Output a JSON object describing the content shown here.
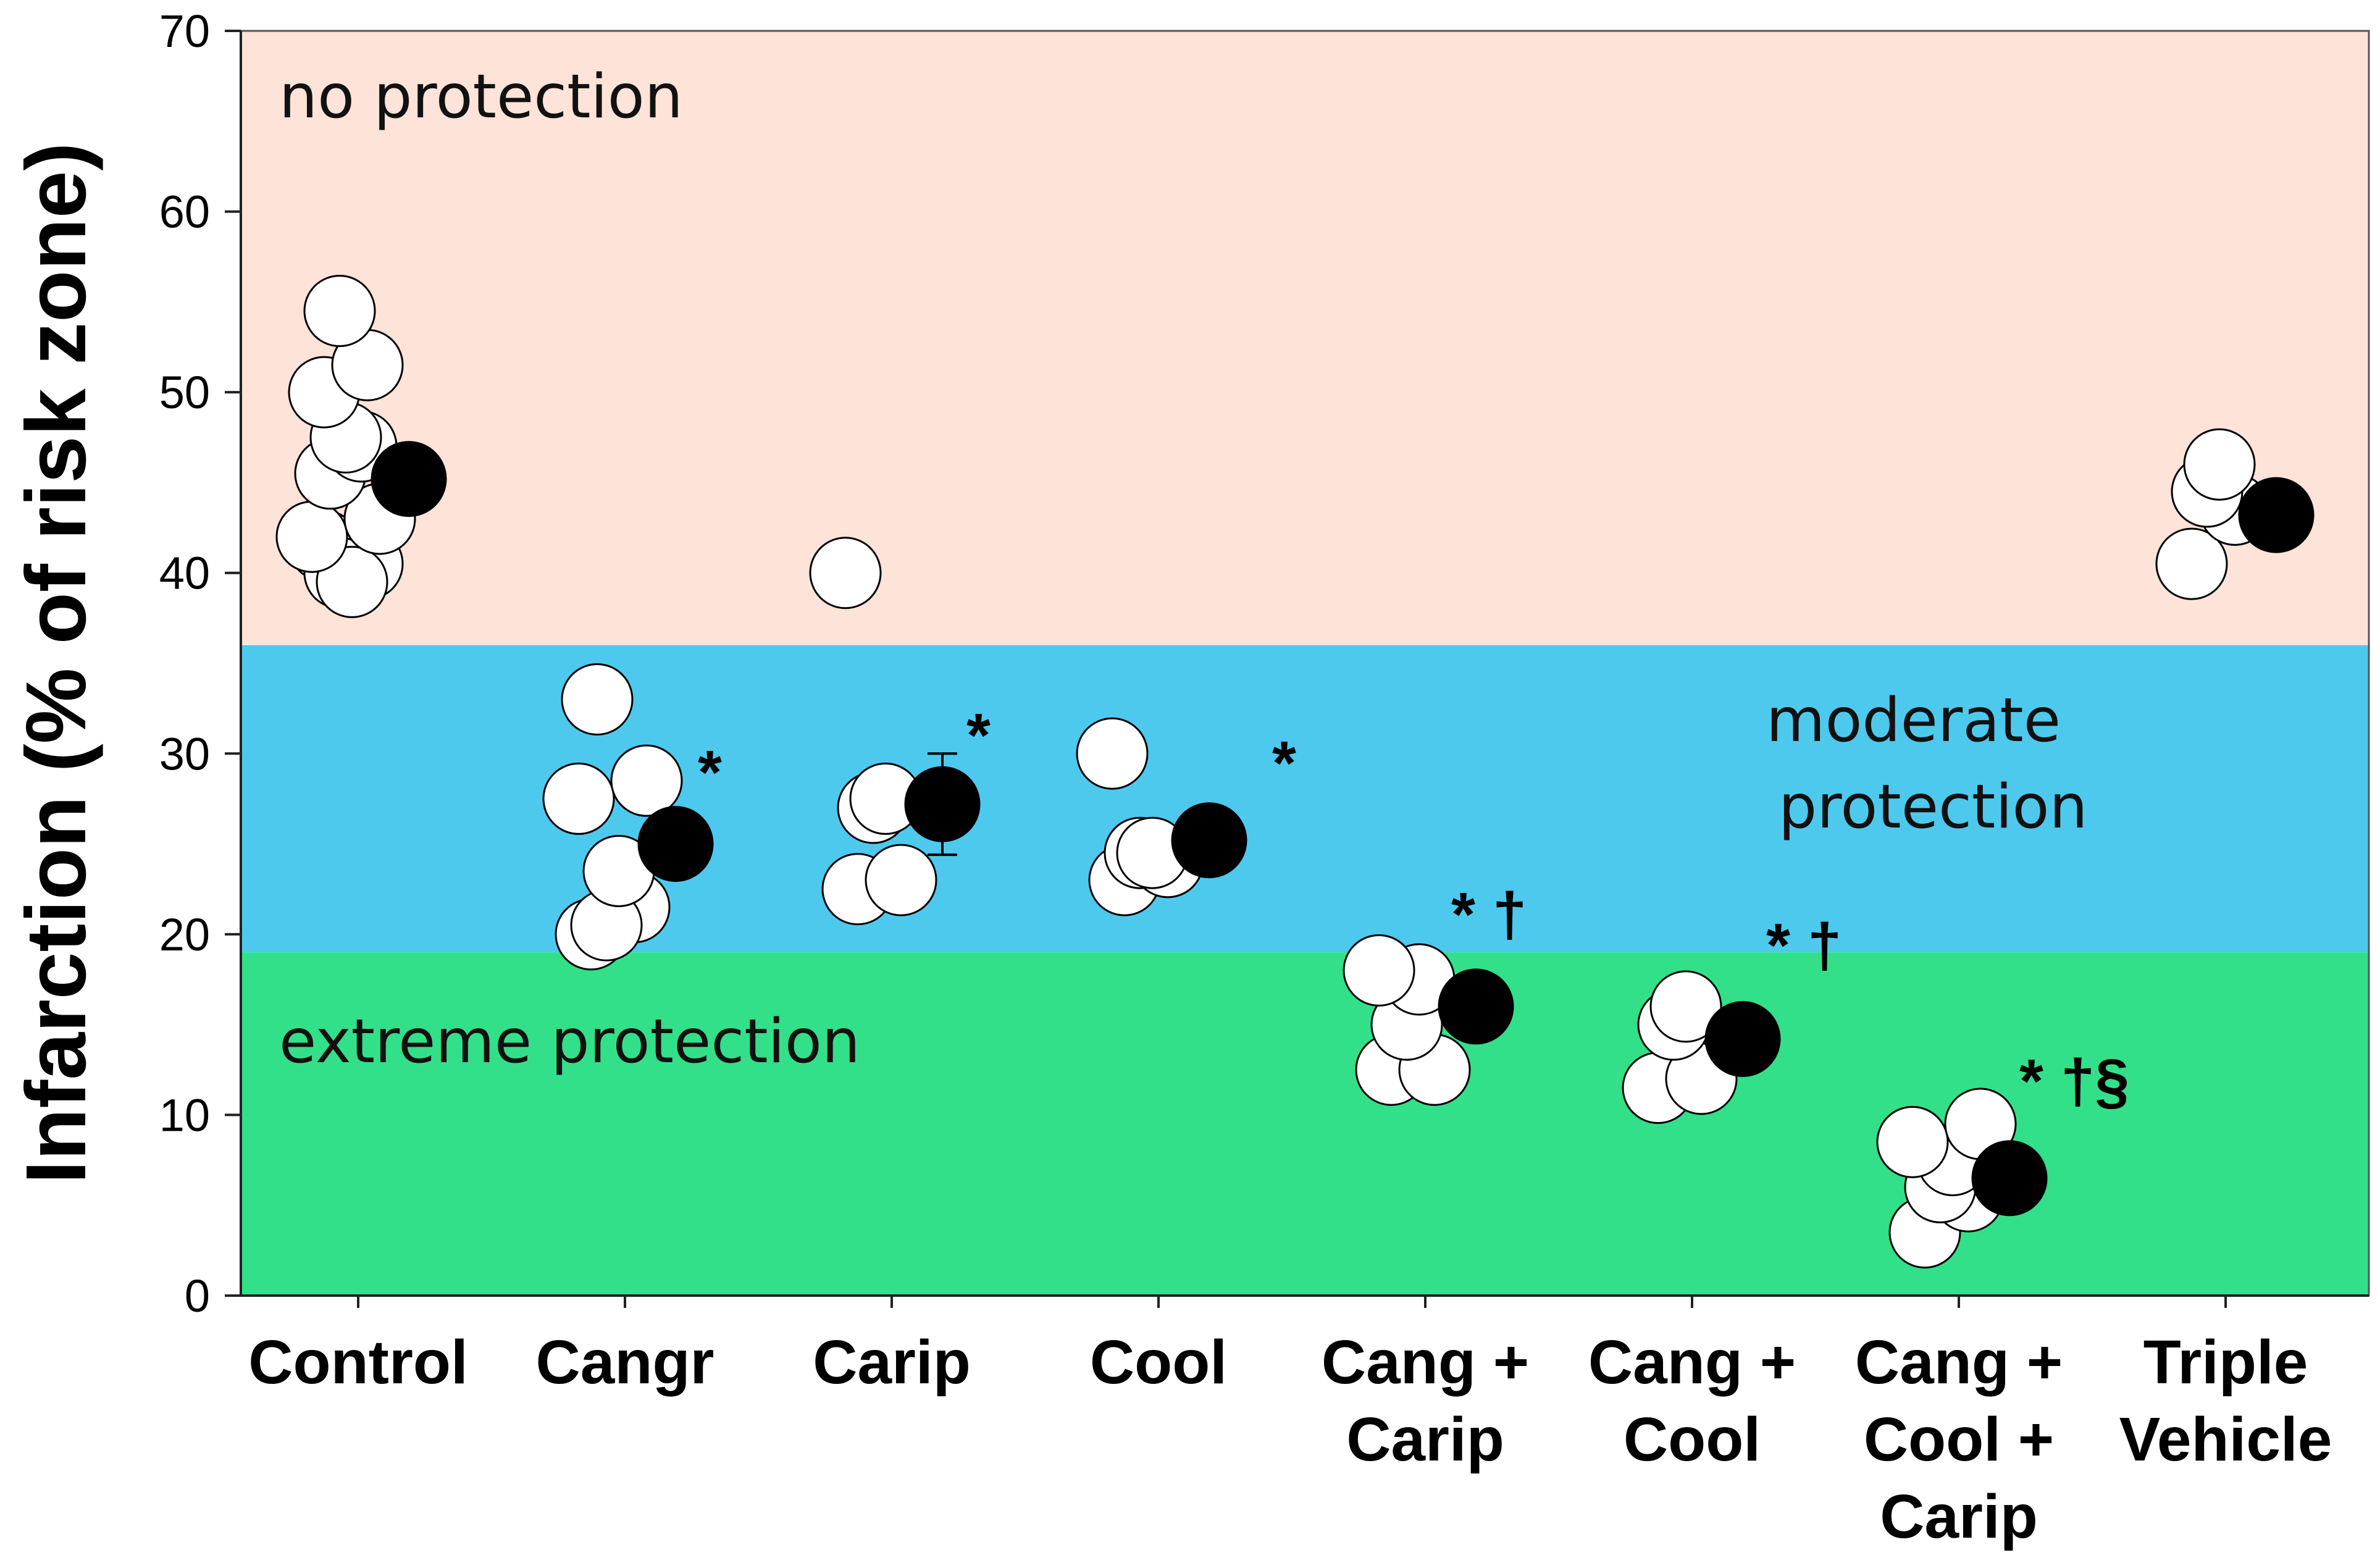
{
  "chart_data": {
    "type": "scatter",
    "ylabel": "Infarction (% of risk zone)",
    "ylim": [
      0,
      70
    ],
    "yticks": [
      0,
      10,
      20,
      30,
      40,
      50,
      60,
      70
    ],
    "grid": false,
    "categories": [
      [
        "Control"
      ],
      [
        "Cangr"
      ],
      [
        "Carip"
      ],
      [
        "Cool"
      ],
      [
        "Cang +",
        "Carip"
      ],
      [
        "Cang +",
        "Cool"
      ],
      [
        "Cang +",
        "Cool +",
        "Carip"
      ],
      [
        "Triple",
        "Vehicle"
      ]
    ],
    "zones": [
      {
        "label": [
          "no protection"
        ],
        "from": 36,
        "to": 70,
        "color": "#fde3d8"
      },
      {
        "label": [
          "moderate",
          "protection"
        ],
        "from": 19,
        "to": 36,
        "color": "#4ec9ee"
      },
      {
        "label": [
          "extreme protection"
        ],
        "from": 0,
        "to": 19,
        "color": "#32e08a"
      }
    ],
    "series": [
      {
        "kind": "individual",
        "color": "#ffffff",
        "groups": [
          [
            41.5,
            40.5,
            40,
            39.5,
            42,
            43,
            45.5,
            47,
            47.5,
            50,
            51.5,
            54.5
          ],
          [
            20,
            21.5,
            20.5,
            23.5,
            27.5,
            28.5,
            33
          ],
          [
            22.5,
            23,
            27,
            27.5,
            40
          ],
          [
            23,
            24,
            24.5,
            24.5,
            30
          ],
          [
            12.5,
            12.5,
            15,
            17.5,
            18
          ],
          [
            11.5,
            12,
            15,
            16
          ],
          [
            3.5,
            5.5,
            6,
            7.5,
            8.5,
            9.5
          ],
          [
            40.5,
            43.5,
            44.5,
            46
          ]
        ]
      },
      {
        "kind": "mean",
        "color": "#000000",
        "values": [
          45.2,
          25,
          27.2,
          25.2,
          16,
          14.2,
          6.5,
          43.2
        ],
        "error": [
          0,
          0,
          2.8,
          0,
          0,
          0,
          0,
          0
        ]
      }
    ],
    "significance": [
      "",
      "*",
      "*",
      "*",
      "* †",
      "* †",
      "* †§",
      ""
    ]
  }
}
